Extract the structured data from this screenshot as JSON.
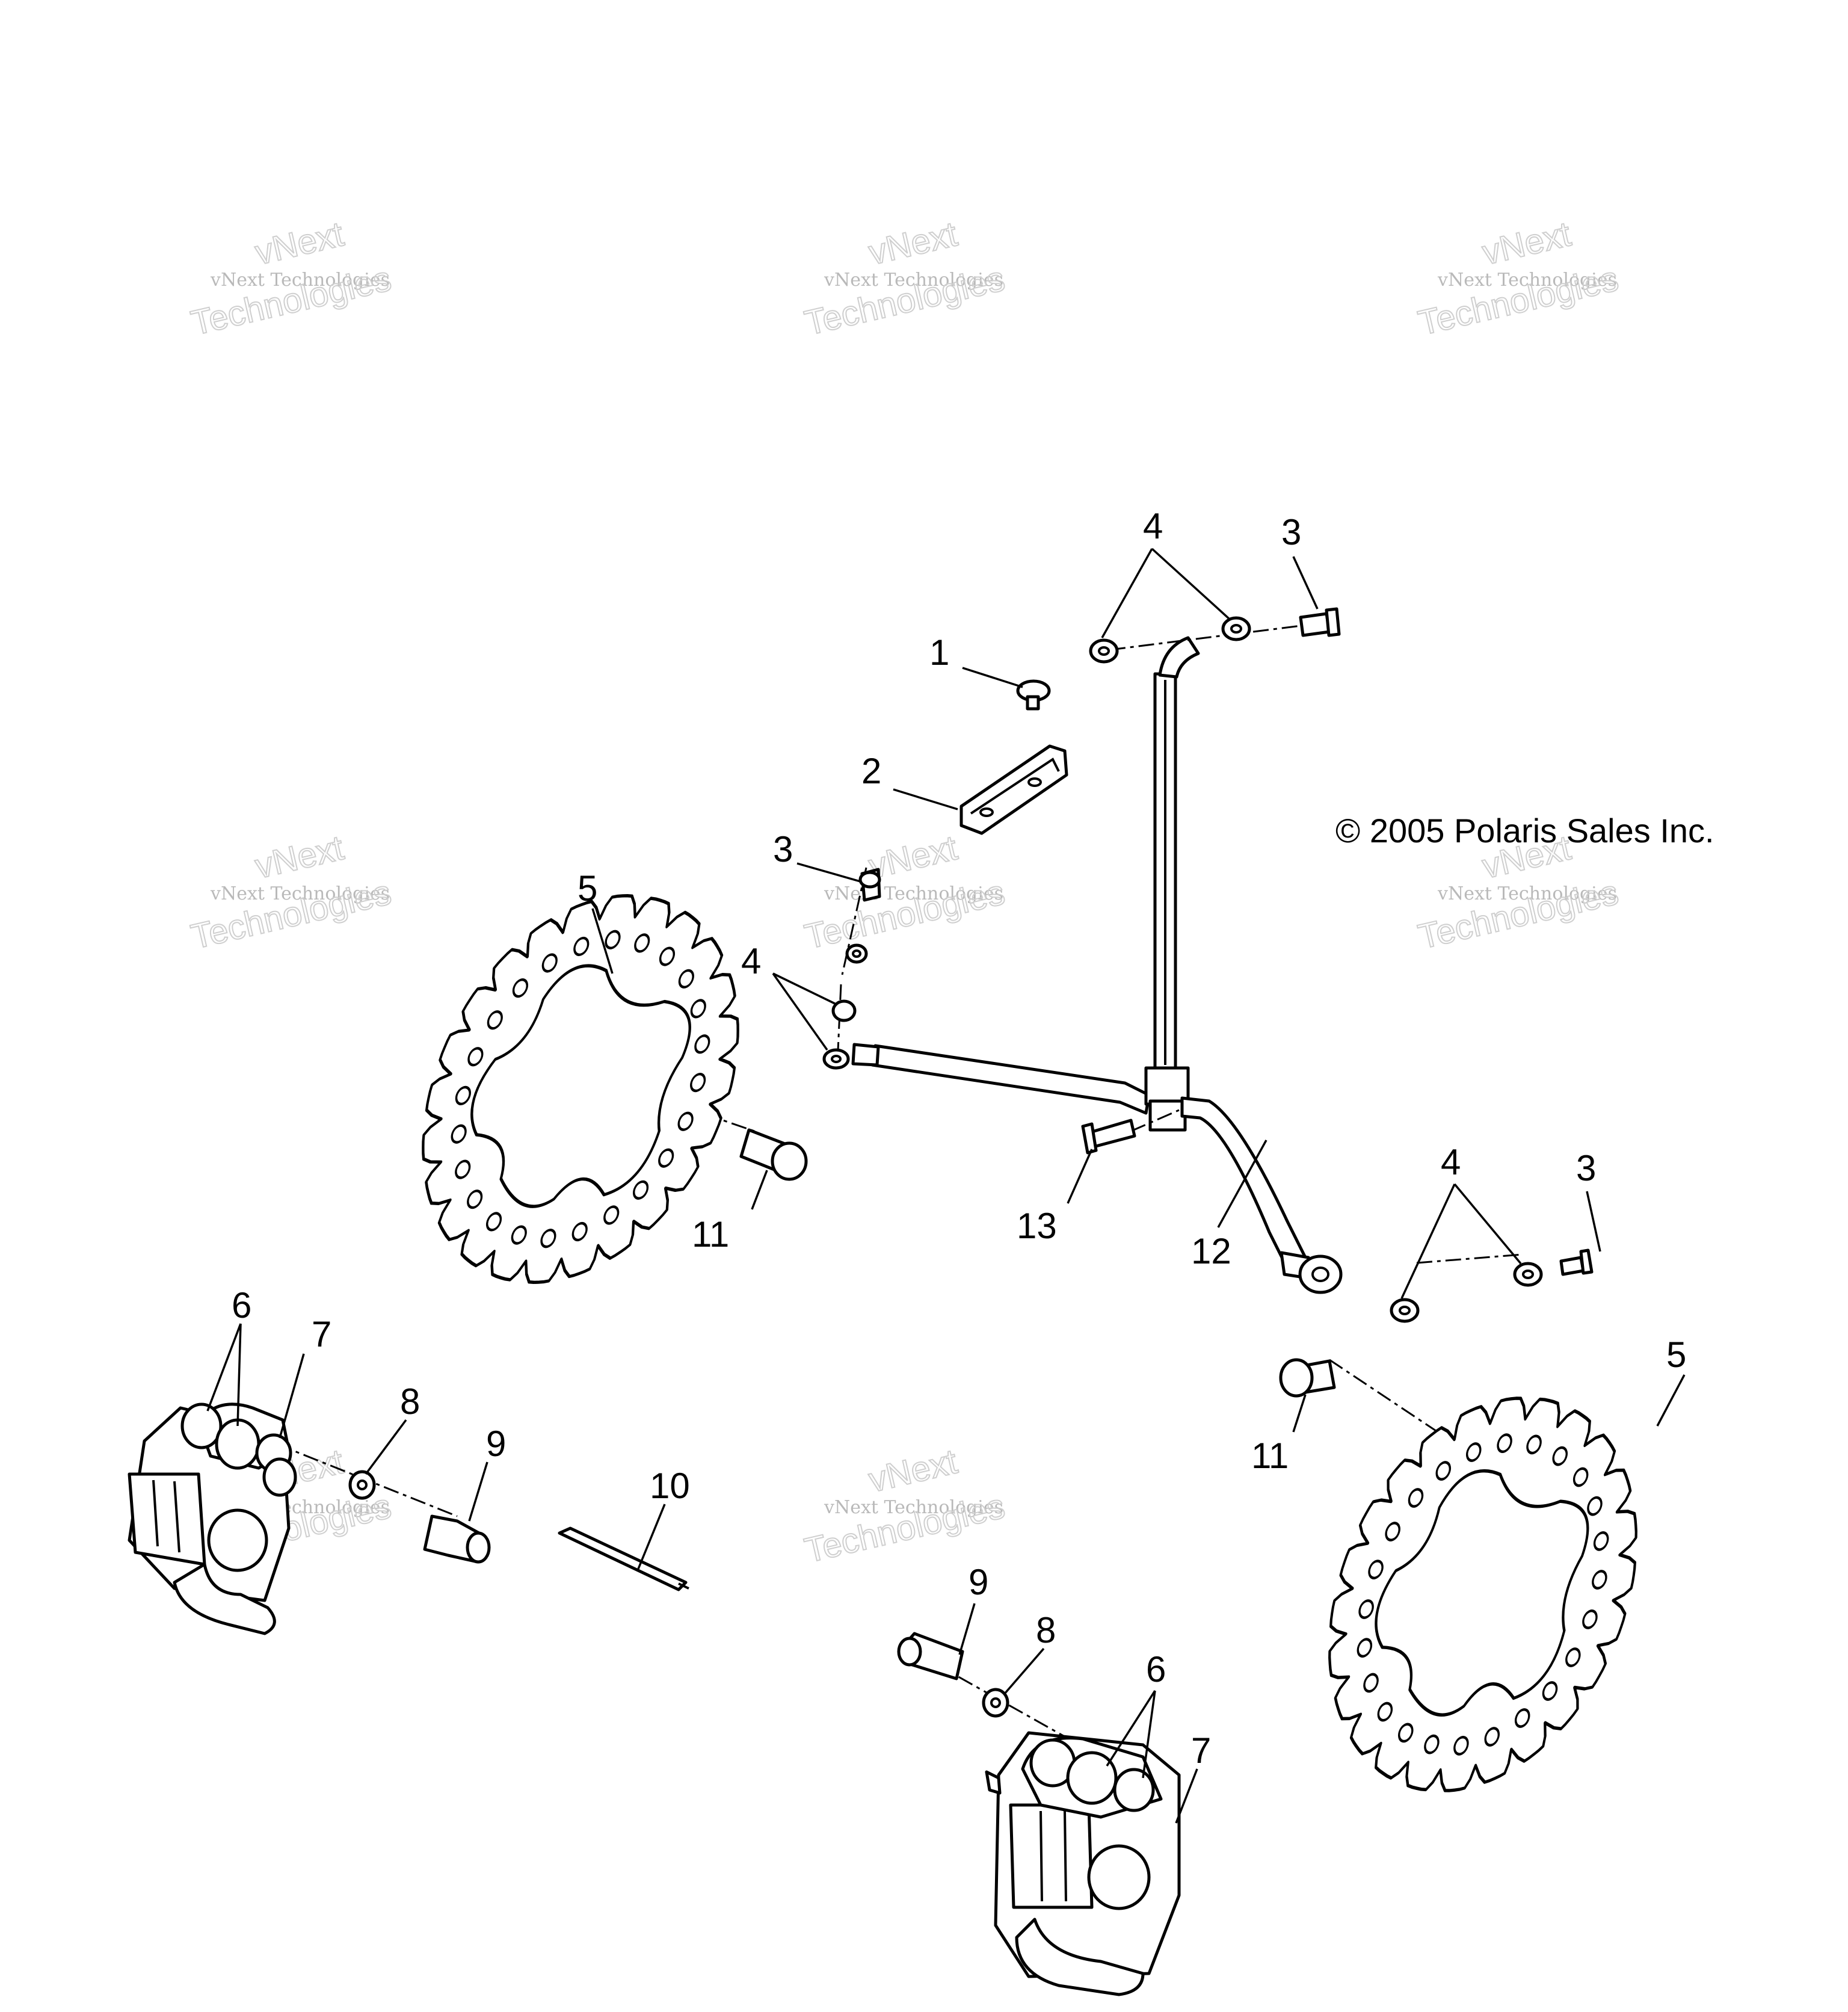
{
  "diagram": {
    "copyright": "© 2005 Polaris Sales Inc.",
    "watermark": {
      "line1": "vNext",
      "line2": "vNext Technologies",
      "line3": "Technologies"
    },
    "callouts": {
      "c1": "1",
      "c2": "2",
      "c3_top": "3",
      "c3_mid": "3",
      "c3_right": "3",
      "c4_top": "4",
      "c4_mid": "4",
      "c4_right": "4",
      "c5_left": "5",
      "c5_right": "5",
      "c6_left": "6",
      "c6_bottom": "6",
      "c7_left": "7",
      "c7_bottom": "7",
      "c8_left": "8",
      "c8_bottom": "8",
      "c9_left": "9",
      "c9_bottom": "9",
      "c10": "10",
      "c11_left": "11",
      "c11_right": "11",
      "c12": "12",
      "c13": "13"
    }
  }
}
